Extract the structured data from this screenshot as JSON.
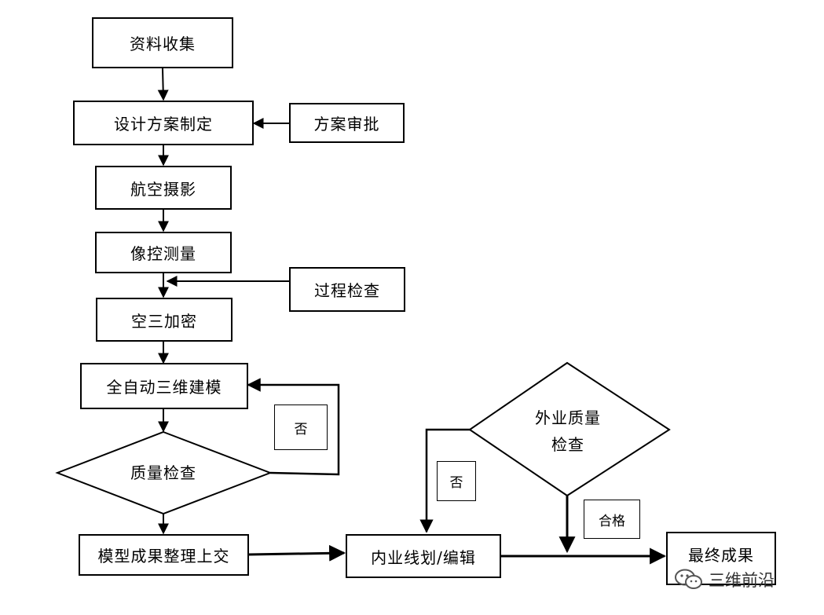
{
  "nodes": {
    "data_collection": "资料收集",
    "design_plan": "设计方案制定",
    "plan_approval": "方案审批",
    "aerial_photography": "航空摄影",
    "image_control_survey": "像控测量",
    "process_check": "过程检查",
    "aerial_triangulation": "空三加密",
    "auto_modeling": "全自动三维建模",
    "quality_check": "质量检查",
    "model_delivery": "模型成果整理上交",
    "office_editing": "内业线划/编辑",
    "field_quality_check_line1": "外业质量",
    "field_quality_check_line2": "检查",
    "final_result": "最终成果"
  },
  "tags": {
    "no_left": "否",
    "no_right": "否",
    "pass": "合格"
  },
  "watermark": {
    "text": "三维前沿",
    "icon": "wechat-icon"
  }
}
